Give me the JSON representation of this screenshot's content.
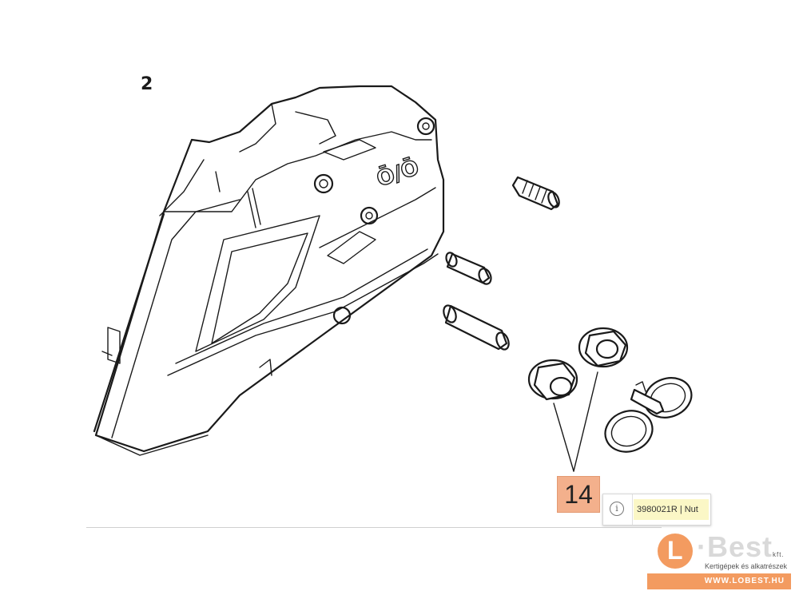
{
  "callout": {
    "number": "14"
  },
  "tooltip": {
    "info_glyph": "i",
    "text": "3980021R | Nut"
  },
  "logo": {
    "mark": "L",
    "word": "Best",
    "suffix": "kft.",
    "tagline": "Kertigépek és alkatrészek",
    "url": "WWW.LOBEST.HU",
    "accent": "#f39b60"
  },
  "parts": {
    "small_label": "2",
    "emboss": "Ō/Ō"
  }
}
